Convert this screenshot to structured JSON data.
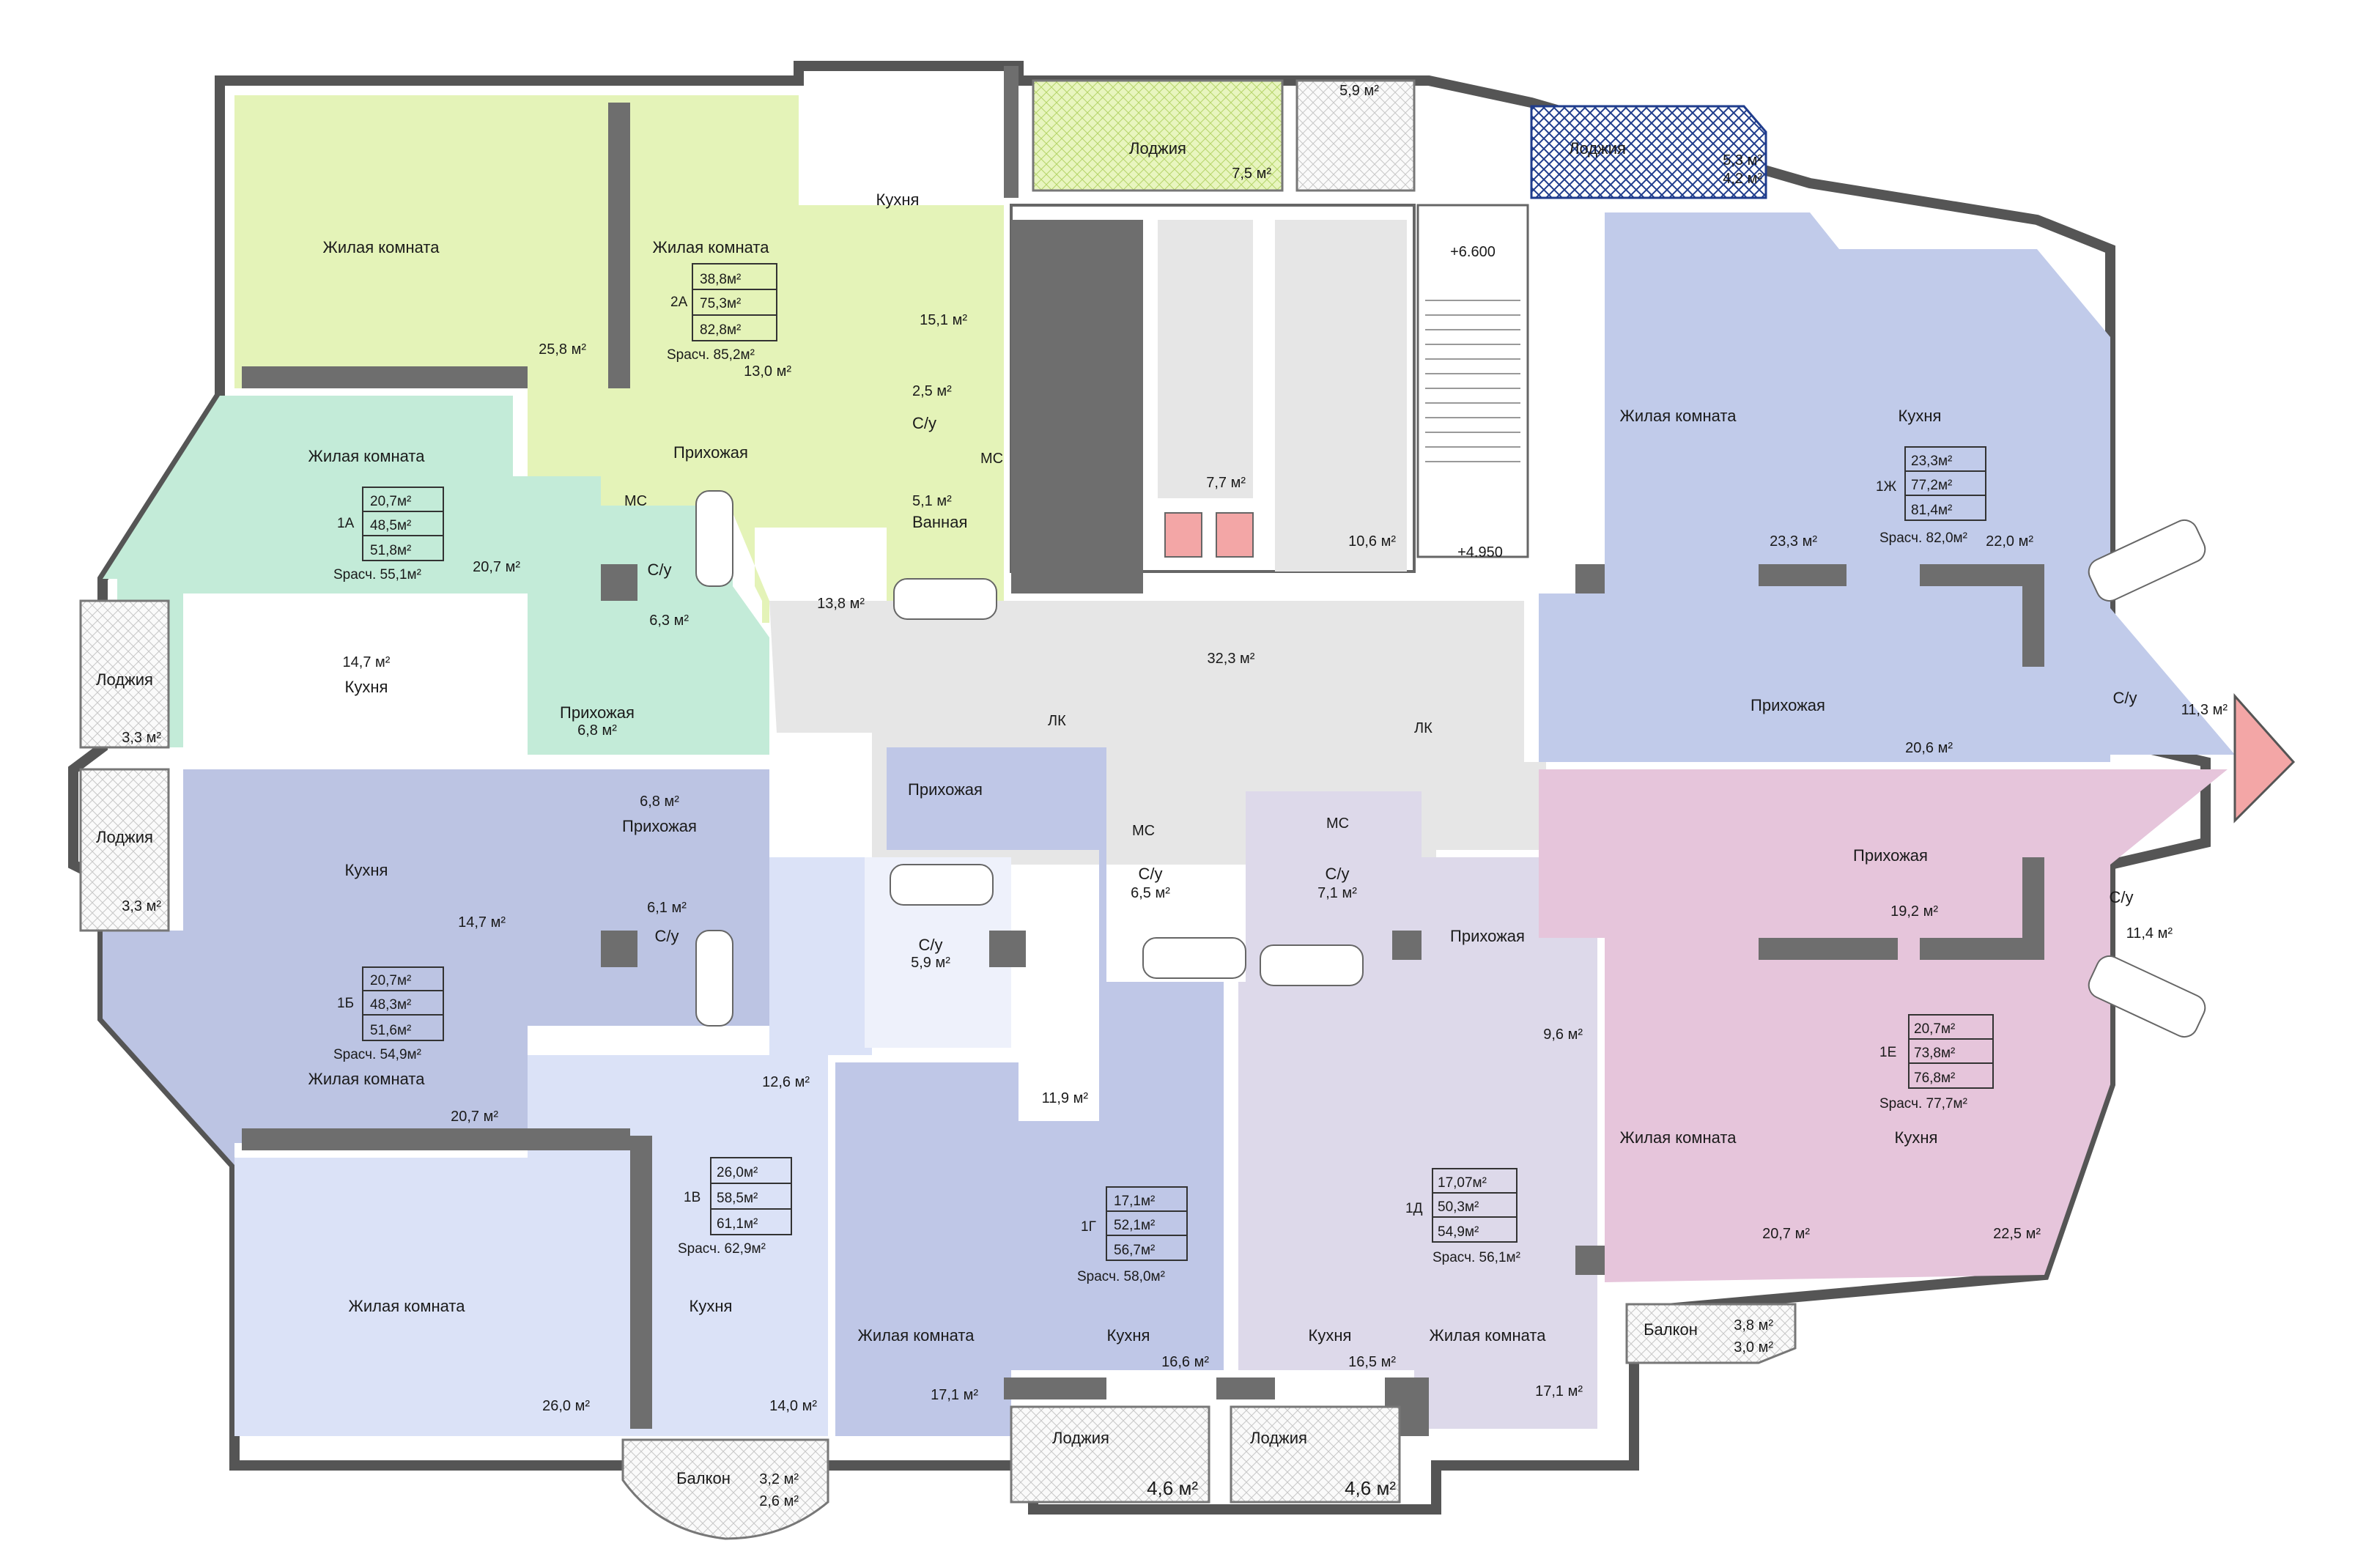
{
  "colors": {
    "apt_2A": "#e4f3b8",
    "apt_1A": "#c3ebd8",
    "apt_1B": "#bcc4e3",
    "apt_1V": "#dbe2f7",
    "apt_1G": "#bfc7e7",
    "apt_1D": "#ddd9ea",
    "apt_1Zh": "#c1cbea",
    "apt_1E": "#e6c5db",
    "corridor": "#e6e6e6",
    "loggia_2A": "#d7ee9c",
    "loggia_1Zh": "#1f3c8c",
    "wall": "#6e6e6e",
    "marker": "#f3a6a6"
  },
  "levels": {
    "top": "+6.600",
    "bottom": "+4.950"
  },
  "apartments": {
    "a2A": {
      "code": "2А",
      "rows": [
        "38,8м²",
        "75,3м²",
        "82,8м²"
      ],
      "s_calc": "Sрасч. 85,2м²",
      "rooms": {
        "living1": {
          "name": "Жилая комната",
          "area": "25,8 м²"
        },
        "living2": {
          "name": "Жилая комната",
          "area": "13,0 м²"
        },
        "kitchen": {
          "name": "Кухня",
          "area": "15,1 м²"
        },
        "hall": {
          "name": "Прихожая",
          "area": "13,8 м²"
        },
        "wc": {
          "name": "С/у",
          "area": "2,5 м²"
        },
        "bath": {
          "name": "Ванная",
          "area": "5,1 м²"
        },
        "loggia": {
          "name": "Лоджия",
          "area": "7,5 м²"
        }
      }
    },
    "a1A": {
      "code": "1А",
      "rows": [
        "20,7м²",
        "48,5м²",
        "51,8м²"
      ],
      "s_calc": "Sрасч. 55,1м²",
      "rooms": {
        "living": {
          "name": "Жилая комната",
          "area": "20,7 м²"
        },
        "kitchen": {
          "name": "Кухня",
          "area": "14,7 м²"
        },
        "hall": {
          "name": "Прихожая",
          "area": "6,8 м²"
        },
        "wc": {
          "name": "С/у",
          "area": "6,3 м²"
        },
        "loggia": {
          "name": "Лоджия",
          "area": "3,3 м²"
        }
      }
    },
    "a1B": {
      "code": "1Б",
      "rows": [
        "20,7м²",
        "48,3м²",
        "51,6м²"
      ],
      "s_calc": "Sрасч. 54,9м²",
      "rooms": {
        "living": {
          "name": "Жилая комната",
          "area": "20,7 м²"
        },
        "kitchen": {
          "name": "Кухня",
          "area": "14,7 м²"
        },
        "hall": {
          "name": "Прихожая",
          "area": "6,8 м²"
        },
        "wc": {
          "name": "С/у",
          "area": "6,1 м²"
        },
        "loggia": {
          "name": "Лоджия",
          "area": "3,3 м²"
        }
      }
    },
    "a1V": {
      "code": "1В",
      "rows": [
        "26,0м²",
        "58,5м²",
        "61,1м²"
      ],
      "s_calc": "Sрасч. 62,9м²",
      "rooms": {
        "living": {
          "name": "Жилая комната",
          "area": "26,0 м²"
        },
        "kitchen": {
          "name": "Кухня",
          "area": "14,0 м²"
        },
        "hall": {
          "name": "",
          "area": "12,6 м²"
        },
        "wc": {
          "name": "С/у",
          "area": "5,9 м²"
        },
        "balcony": {
          "name": "Балкон",
          "area1": "3,2 м²",
          "area2": "2,6 м²"
        }
      }
    },
    "a1G": {
      "code": "1Г",
      "rows": [
        "17,1м²",
        "52,1м²",
        "56,7м²"
      ],
      "s_calc": "Sрасч. 58,0м²",
      "rooms": {
        "living": {
          "name": "Жилая комната",
          "area": "17,1 м²"
        },
        "kitchen": {
          "name": "Кухня",
          "area": "16,6 м²"
        },
        "hall": {
          "name": "Прихожая",
          "area": "11,9 м²"
        },
        "wc": {
          "name": "С/у",
          "area": "6,5 м²"
        },
        "loggia": {
          "name": "Лоджия",
          "area": "4,6 м²"
        }
      }
    },
    "a1D": {
      "code": "1Д",
      "rows": [
        "17,07м²",
        "50,3м²",
        "54,9м²"
      ],
      "s_calc": "Sрасч. 56,1м²",
      "rooms": {
        "living": {
          "name": "Жилая комната",
          "area": "17,1 м²"
        },
        "kitchen": {
          "name": "Кухня",
          "area": "16,5 м²"
        },
        "hall": {
          "name": "Прихожая",
          "area": "9,6 м²"
        },
        "wc": {
          "name": "С/у",
          "area": "7,1 м²"
        },
        "loggia": {
          "name": "Лоджия",
          "area": "4,6 м²"
        }
      }
    },
    "a1Zh": {
      "code": "1Ж",
      "rows": [
        "23,3м²",
        "77,2м²",
        "81,4м²"
      ],
      "s_calc": "Sрасч. 82,0м²",
      "rooms": {
        "living": {
          "name": "Жилая комната",
          "area": "23,3 м²"
        },
        "kitchen": {
          "name": "Кухня",
          "area": "22,0 м²"
        },
        "hall": {
          "name": "Прихожая",
          "area": "20,6 м²"
        },
        "wc": {
          "name": "С/у",
          "area": "11,3 м²"
        },
        "loggia": {
          "name": "Лоджия",
          "area1": "5,3 м²",
          "area2": "4,2 м²"
        }
      }
    },
    "a1E": {
      "code": "1Е",
      "rows": [
        "20,7м²",
        "73,8м²",
        "76,8м²"
      ],
      "s_calc": "Sрасч. 77,7м²",
      "rooms": {
        "living": {
          "name": "Жилая комната",
          "area": "20,7 м²"
        },
        "kitchen": {
          "name": "Кухня",
          "area": "22,5 м²"
        },
        "hall": {
          "name": "Прихожая",
          "area": "19,2 м²"
        },
        "wc": {
          "name": "С/у",
          "area": "11,4 м²"
        },
        "balcony": {
          "name": "Балкон",
          "area1": "3,8 м²",
          "area2": "3,0 м²"
        }
      }
    }
  },
  "common": {
    "corridor_area": "32,3 м²",
    "lift_lobby_area": "7,7 м²",
    "staircase_area": "10,6 м²",
    "top_balcony_area": "5,9 м²",
    "lk_label": "ЛК",
    "lk_left_label": "ЛК",
    "lk_right_label": "ЛК",
    "mc_label": "МС"
  }
}
